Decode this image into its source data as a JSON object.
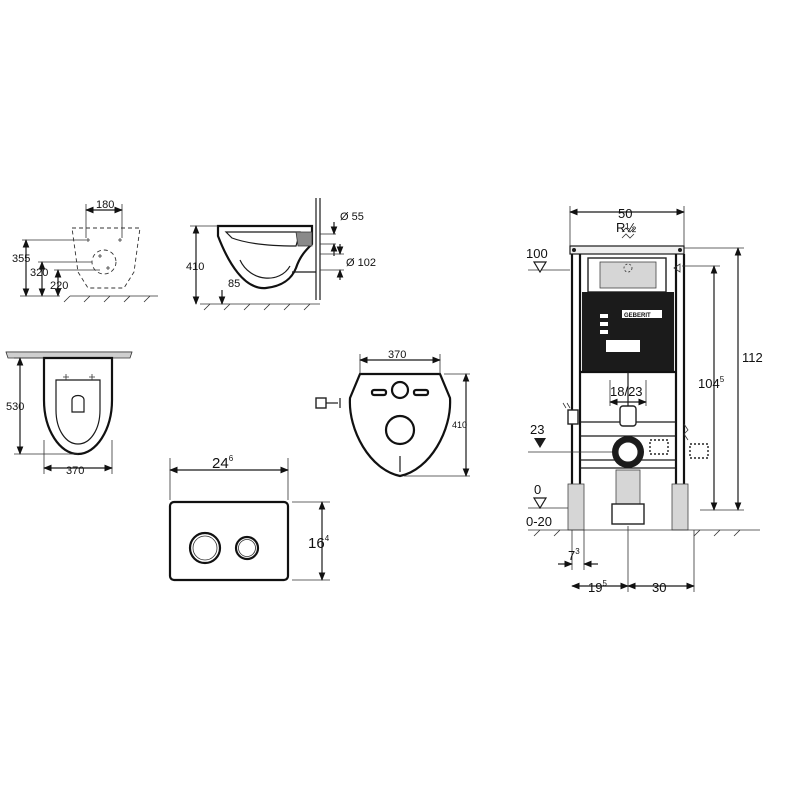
{
  "labels": {
    "side_width": "180",
    "side_h1": "355",
    "side_h2": "320",
    "side_h3": "220",
    "profile_height": "410",
    "profile_85": "85",
    "pipe_55": "Ø 55",
    "pipe_102": "Ø 102",
    "plan_depth": "530",
    "plan_width": "370",
    "mount_width": "370",
    "mount_height": "410",
    "plate_w_main": "24",
    "plate_w_sup": "6",
    "plate_h_main": "16",
    "plate_h_sup": "4",
    "frame_width": "50",
    "thread": "R½",
    "level_100": "100",
    "height_112": "112",
    "height_104_main": "104",
    "height_104_sup": "5",
    "pipe_1823": "18/23",
    "level_23": "23",
    "level_0": "0",
    "level_020": "0-20",
    "dim_7_main": "7",
    "dim_7_sup": "3",
    "dim_19_main": "19",
    "dim_19_sup": "5",
    "dim_30": "30",
    "brand_mark": "GEBERIT"
  }
}
